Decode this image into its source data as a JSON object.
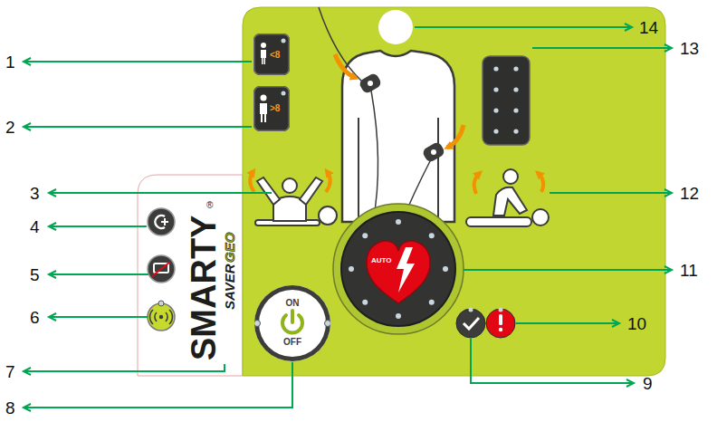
{
  "diagram": {
    "nodes": [
      {
        "text": [
          "SMARTY",
          "SAVER",
          "GEO",
          "®"
        ]
      },
      {
        "text": [
          "<8"
        ],
        "in": 0
      },
      {
        "text": [
          ">8"
        ],
        "in": 0
      },
      {
        "text": [
          "AUTO"
        ],
        "in": 0
      },
      {
        "text": [
          "ON",
          "OFF"
        ],
        "in": 0
      }
    ],
    "labels": [
      "1",
      "2",
      "3",
      "4",
      "5",
      "6",
      "7",
      "8",
      "9",
      "10",
      "11",
      "12",
      "13",
      "14"
    ]
  }
}
